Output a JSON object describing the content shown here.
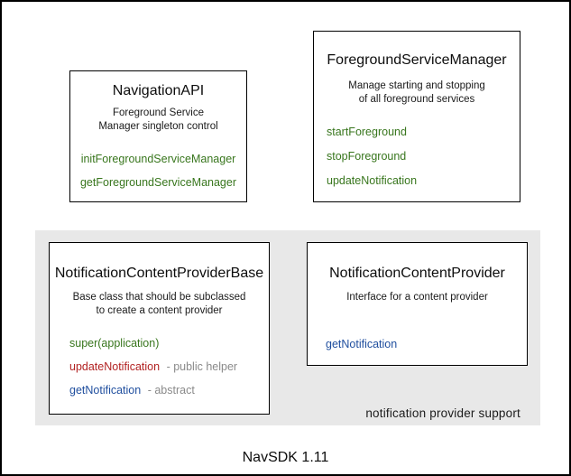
{
  "colors": {
    "green": "#38761d",
    "red": "#b22222",
    "blue": "#1f4e9e",
    "gray_text": "#8a8a8a",
    "region_bg": "#e8e8e8"
  },
  "footer": {
    "label": "NavSDK 1.11"
  },
  "region": {
    "label": "notification provider support"
  },
  "boxes": {
    "navigation_api": {
      "title": "NavigationAPI",
      "desc_line1": "Foreground Service",
      "desc_line2": "Manager singleton control",
      "methods": {
        "m0": "initForegroundServiceManager",
        "m1": "getForegroundServiceManager"
      }
    },
    "foreground_service_manager": {
      "title": "ForegroundServiceManager",
      "desc_line1": "Manage starting and stopping",
      "desc_line2": "of all foreground services",
      "methods": {
        "m0": "startForeground",
        "m1": "stopForeground",
        "m2": "updateNotification"
      }
    },
    "notification_content_provider_base": {
      "title": "NotificationContentProviderBase",
      "desc_line1": "Base class that should be subclassed",
      "desc_line2": "to create a content provider",
      "methods": {
        "m0": {
          "name": "super(application)"
        },
        "m1": {
          "name": "updateNotification",
          "suffix": "- public helper"
        },
        "m2": {
          "name": "getNotification",
          "suffix": "- abstract"
        }
      }
    },
    "notification_content_provider": {
      "title": "NotificationContentProvider",
      "desc_line1": "Interface for a content provider",
      "methods": {
        "m0": "getNotification"
      }
    }
  }
}
